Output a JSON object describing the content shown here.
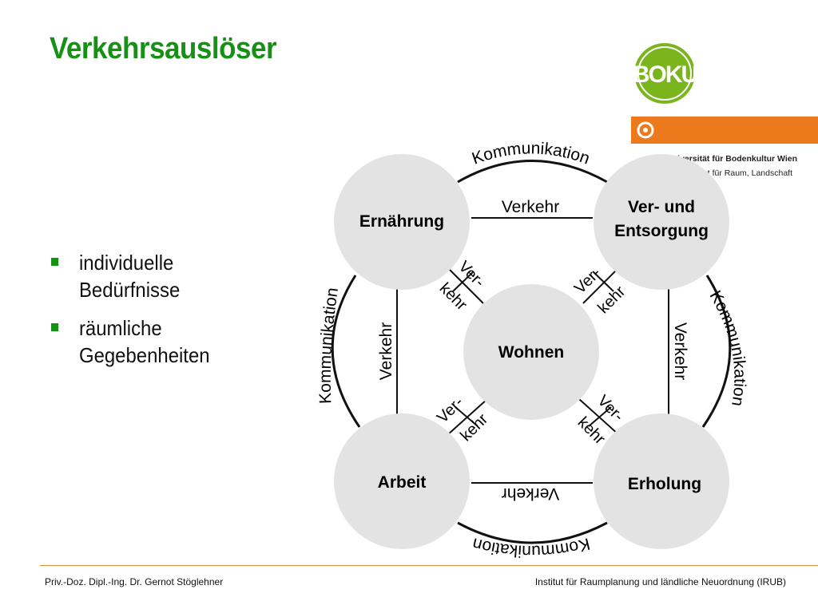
{
  "slide": {
    "title": "Verkehrsauslöser",
    "bullets": [
      "individuelle Bedürfnisse",
      "räumliche Gegebenheiten"
    ]
  },
  "logo": {
    "brand_text": "BOKU",
    "university_line": "Universität für Bodenkultur Wien",
    "department_line": "Department für Raum, Landschaft",
    "brand_green": "#7ab51d",
    "brand_orange": "#ec7a1d"
  },
  "diagram": {
    "nodes": {
      "top_left": "Ernährung",
      "top_right_line1": "Ver- und",
      "top_right_line2": "Entsorgung",
      "center": "Wohnen",
      "bottom_left": "Arbeit",
      "bottom_right": "Erholung"
    },
    "edge_labels": {
      "traffic": "Verkehr",
      "traffic_split_top": "Ver-",
      "traffic_split_bottom": "kehr",
      "communication": "Kommunikation"
    },
    "node_fill": "#e3e3e3"
  },
  "footer": {
    "left": "Priv.-Doz. Dipl.-Ing. Dr. Gernot Stöglehner",
    "right": "Institut für Raumplanung und ländliche Neuordnung (IRUB)"
  }
}
